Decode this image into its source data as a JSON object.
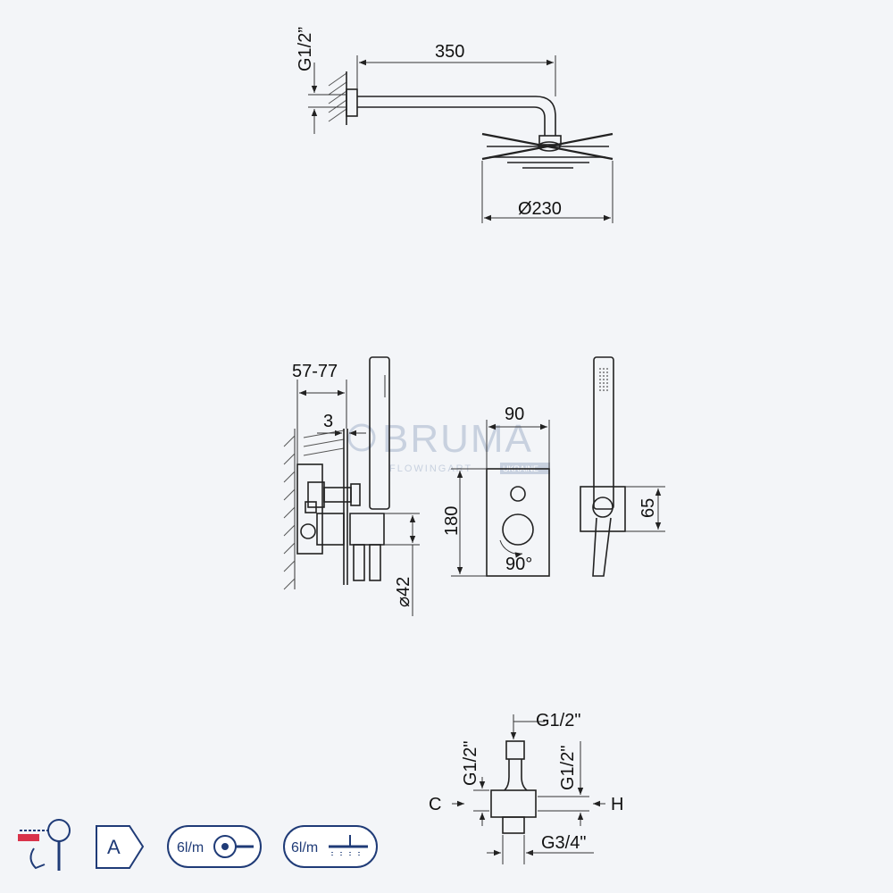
{
  "dimensions": {
    "top_thread": "G1/2”",
    "arm_length": "350",
    "head_diameter": "Ø230",
    "valve_depth": "57-77",
    "cover_gap": "3",
    "plate_width": "90",
    "plate_height": "180",
    "rotation": "90°",
    "outlet_diameter": "42",
    "holder_height": "65",
    "bottom_thread_top": "G1/2\"",
    "bottom_thread_left": "G1/2\"",
    "bottom_thread_right": "G1/2\"",
    "bottom_thread_inlet": "G3/4\"",
    "cold_label": "C",
    "hot_label": "H"
  },
  "watermark": {
    "brand": "BRUMA",
    "tagline": "FLOWINGART",
    "region": "UKRAINE"
  },
  "badges": [
    {
      "icon": "mixer-tap-icon",
      "text": ""
    },
    {
      "icon": "energy-class-icon",
      "text": "A"
    },
    {
      "icon": "hand-shower-flow-icon",
      "text": "6l/m"
    },
    {
      "icon": "head-shower-flow-icon",
      "text": "6l/m"
    }
  ],
  "colors": {
    "line": "#222222",
    "badge_border": "#1f3b77",
    "watermark": "#c8d1df",
    "background": "#f3f5f8",
    "hot_accent": "#d9334a"
  }
}
